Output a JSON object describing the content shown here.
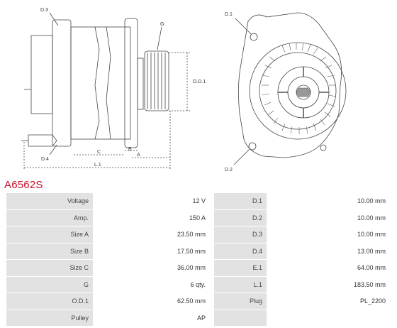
{
  "part_number": "A6562S",
  "drawing_labels": {
    "d1": "D.1",
    "d2": "D.2",
    "d3": "D.3",
    "d4": "D.4",
    "g": "G",
    "od1": "O.D.1",
    "c": "C",
    "b": "B",
    "a": "A",
    "l1": "L.1"
  },
  "specs": {
    "rows": [
      {
        "left_label": "Voltage",
        "left_value": "12 V",
        "right_label": "D.1",
        "right_value": "10.00 mm"
      },
      {
        "left_label": "Amp.",
        "left_value": "150 A",
        "right_label": "D.2",
        "right_value": "10.00 mm"
      },
      {
        "left_label": "Size A",
        "left_value": "23.50 mm",
        "right_label": "D.3",
        "right_value": "10.00 mm"
      },
      {
        "left_label": "Size B",
        "left_value": "17.50 mm",
        "right_label": "D.4",
        "right_value": "13.00 mm"
      },
      {
        "left_label": "Size C",
        "left_value": "36.00 mm",
        "right_label": "E.1",
        "right_value": "64.00 mm"
      },
      {
        "left_label": "G",
        "left_value": "6 qty.",
        "right_label": "L.1",
        "right_value": "183.50 mm"
      },
      {
        "left_label": "O.D.1",
        "left_value": "62.50 mm",
        "right_label": "Plug",
        "right_value": "PL_2200"
      },
      {
        "left_label": "Pulley",
        "left_value": "AP",
        "right_label": "",
        "right_value": ""
      }
    ]
  }
}
